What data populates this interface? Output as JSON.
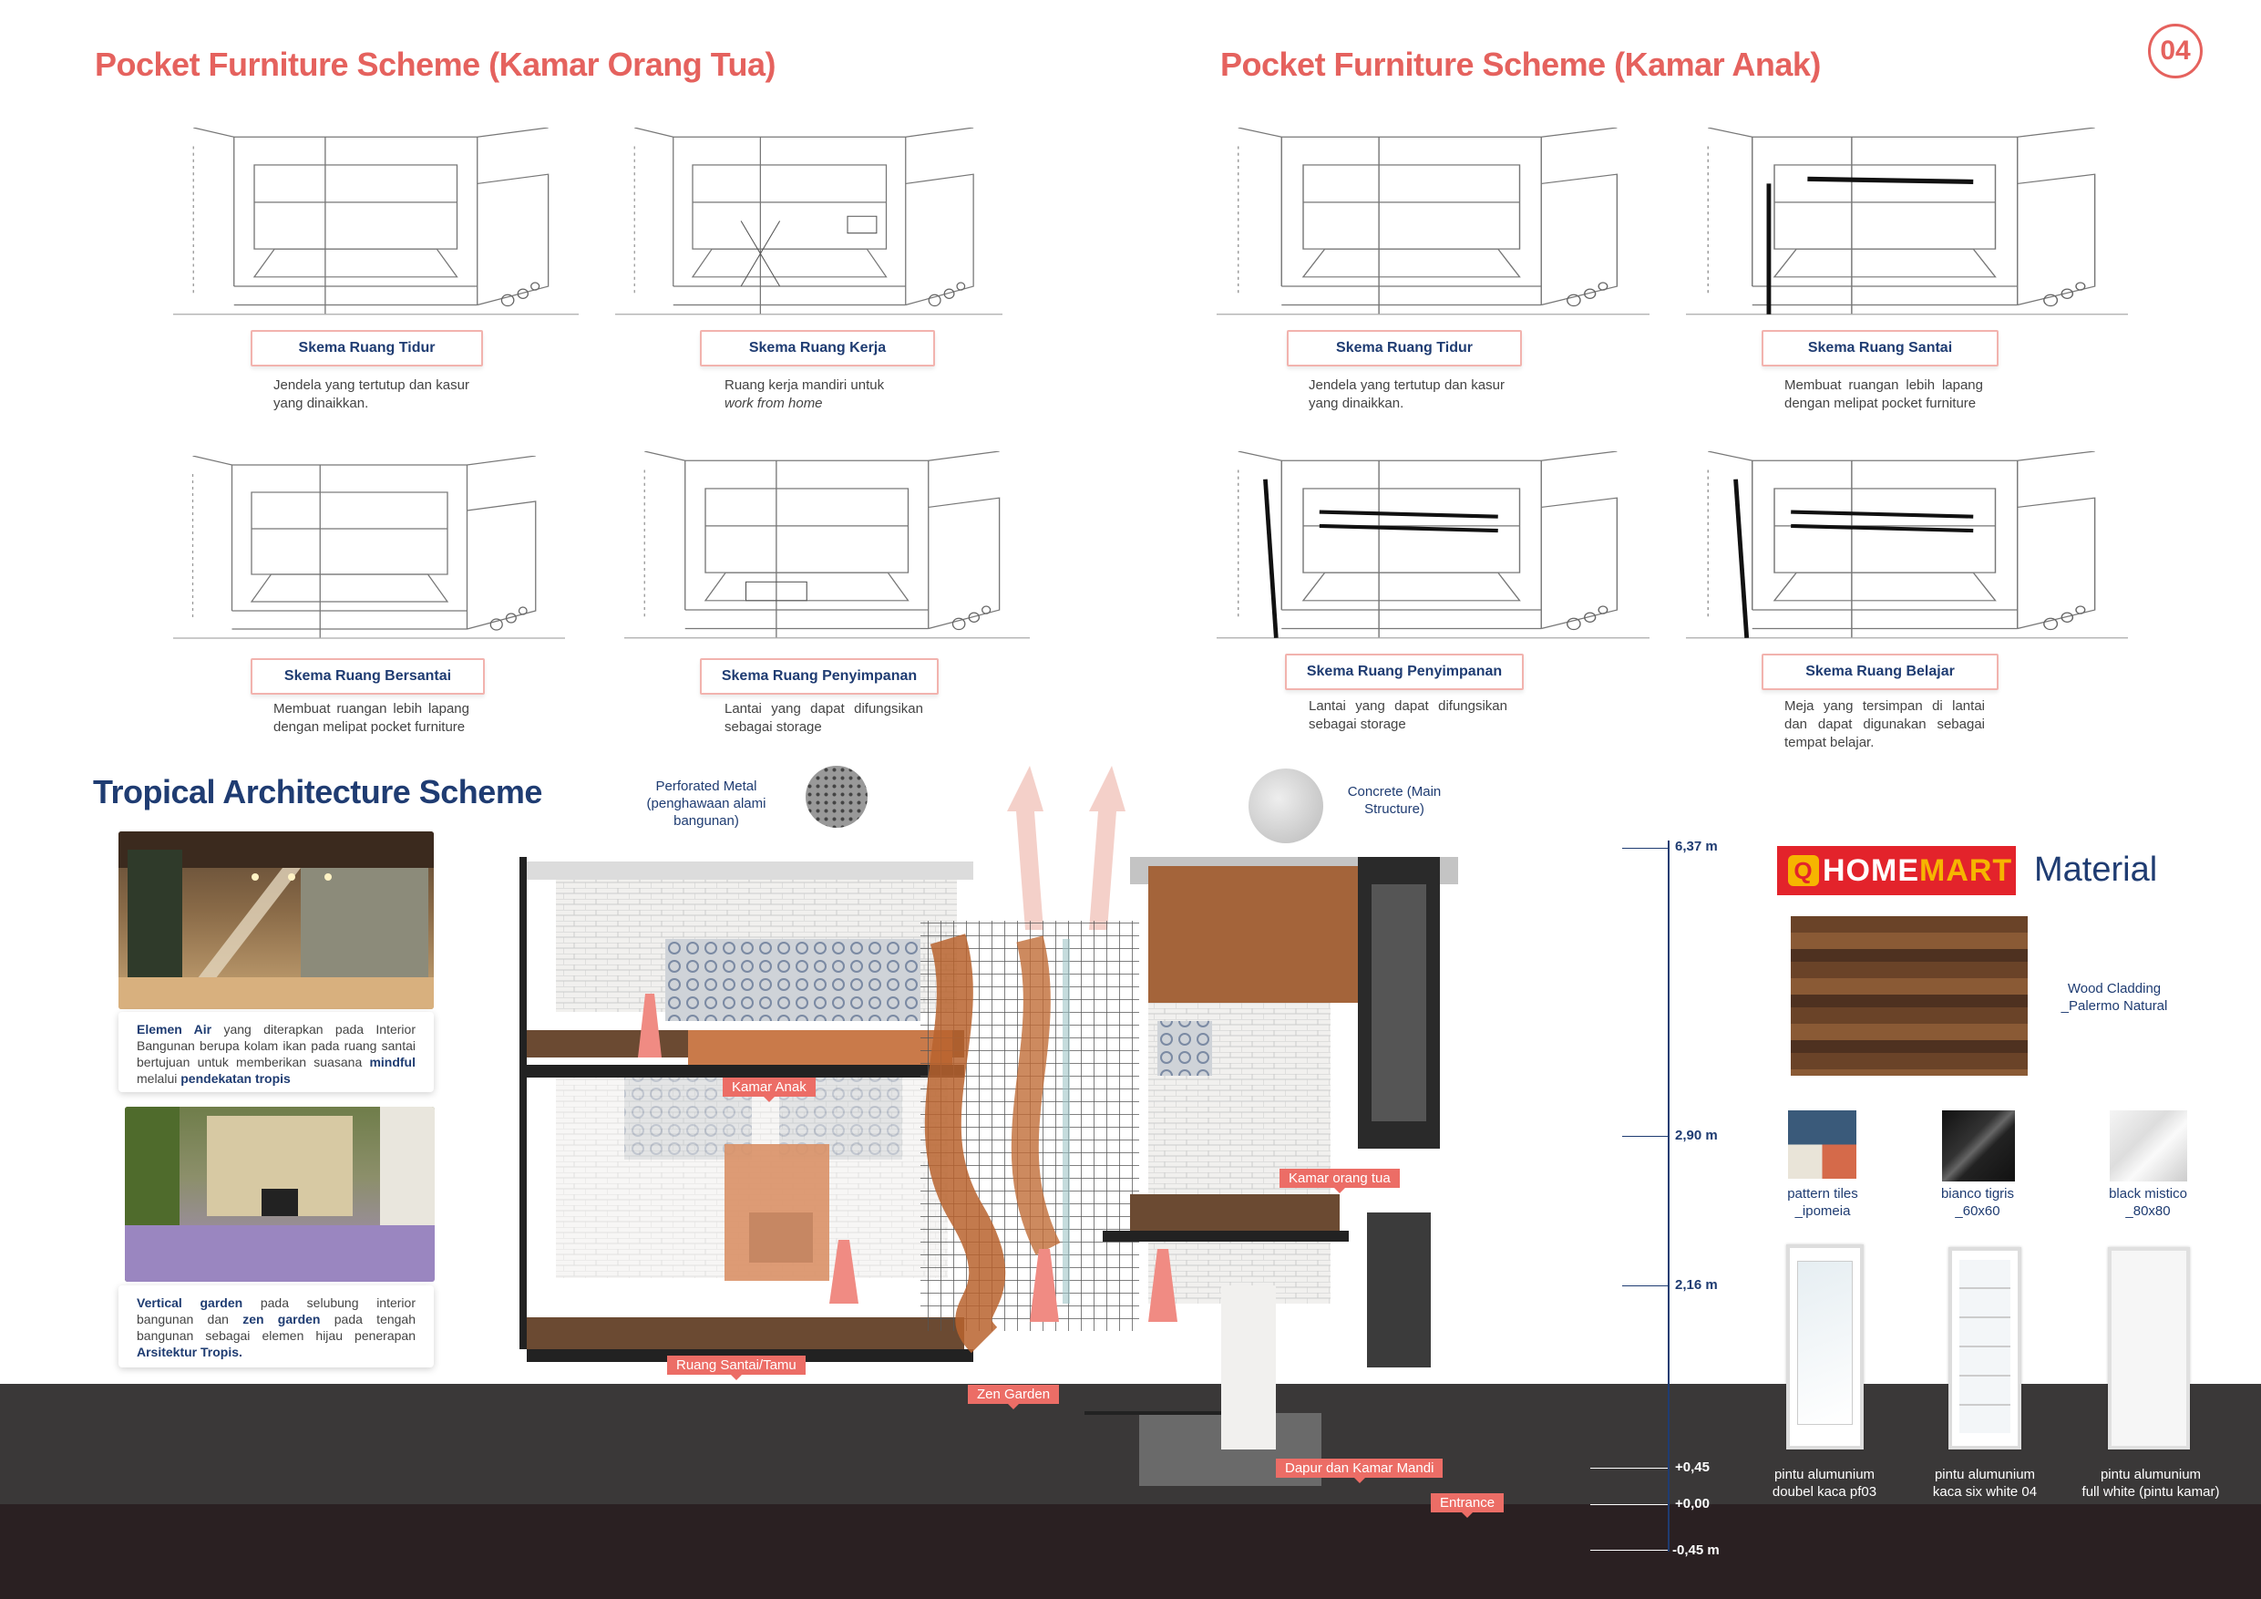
{
  "page_number": "04",
  "headings": {
    "parents": "Pocket Furniture Scheme (Kamar Orang Tua)",
    "kids": "Pocket Furniture Scheme (Kamar Anak)",
    "tropical": "Tropical Architecture Scheme"
  },
  "parents_schemes": [
    {
      "label": "Skema Ruang Tidur",
      "desc_1": "Jendela yang tertutup dan kasur yang dinaikkan.",
      "desc_2": ""
    },
    {
      "label": "Skema Ruang Kerja",
      "desc_1": "Ruang kerja mandiri untuk",
      "desc_2": "work from home"
    },
    {
      "label": "Skema Ruang Bersantai",
      "desc_1": "Membuat ruangan lebih lapang dengan melipat pocket furniture",
      "desc_2": ""
    },
    {
      "label": "Skema Ruang Penyimpanan",
      "desc_1": "Lantai yang dapat difungsikan sebagai storage",
      "desc_2": ""
    }
  ],
  "kids_schemes": [
    {
      "label": "Skema Ruang Tidur",
      "desc_1": "Jendela yang tertutup dan kasur yang dinaikkan.",
      "desc_2": ""
    },
    {
      "label": "Skema Ruang Santai",
      "desc_1": "Membuat ruangan lebih lapang dengan melipat pocket furniture",
      "desc_2": ""
    },
    {
      "label": "Skema Ruang Penyimpanan",
      "desc_1": "Lantai yang dapat difungsikan sebagai storage",
      "desc_2": ""
    },
    {
      "label": "Skema Ruang Belajar",
      "desc_1": "Meja yang tersimpan di lantai dan dapat digunakan sebagai tempat belajar.",
      "desc_2": ""
    }
  ],
  "tropical_cards": {
    "water": {
      "b1": "Elemen Air",
      "t1": " yang diterapkan pada Interior Bangunan berupa kolam ikan pada ruang santai bertujuan untuk memberikan suasana ",
      "b2": "mindful",
      "t2": " melalui ",
      "b3": "pendekatan tropis"
    },
    "garden": {
      "b1": "Vertical garden",
      "t1": " pada selubung interior bangunan dan ",
      "b2": "zen garden",
      "t2": " pada tengah bangunan sebagai elemen hijau penerapan ",
      "b3": "Arsitektur Tropis."
    }
  },
  "section": {
    "callouts": {
      "metal": "Perforated Metal (penghawaan alami bangunan)",
      "concrete": "Concrete (Main Structure)"
    },
    "rooms": [
      "Kamar Anak",
      "Kamar orang tua",
      "Ruang Santai/Tamu",
      "Zen Garden",
      "Dapur dan Kamar Mandi",
      "Entrance"
    ],
    "levels": [
      "6,37 m",
      "2,90 m",
      "2,16 m",
      "+0,45",
      "+0,00",
      "-0,45 m"
    ]
  },
  "material": {
    "brand_q": "Q",
    "brand_home": "HOME",
    "brand_mart": "MART",
    "title": "Material",
    "wood": "Wood Cladding _Palermo Natural",
    "tiles": [
      {
        "name": "pattern tiles",
        "sub": "_ipomeia"
      },
      {
        "name": "bianco tigris",
        "sub": "_60x60"
      },
      {
        "name": "black mistico",
        "sub": "_80x80"
      }
    ],
    "doors": [
      {
        "name": "pintu alumunium",
        "sub": "doubel kaca pf03"
      },
      {
        "name": "pintu alumunium",
        "sub": "kaca six white 04"
      },
      {
        "name": "pintu alumunium",
        "sub": "full white (pintu kamar)"
      }
    ]
  },
  "colors": {
    "accent_red": "#e5625e",
    "navy": "#1f3c72",
    "ground": "#3a3838"
  }
}
